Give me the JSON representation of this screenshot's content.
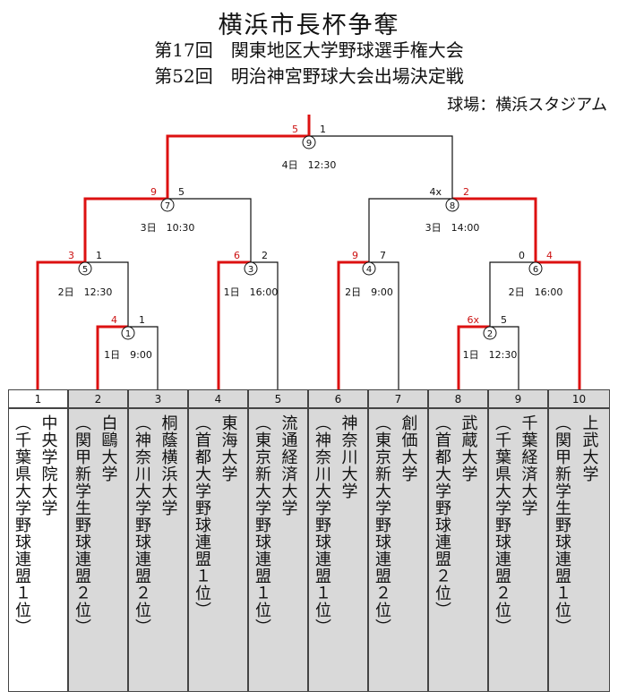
{
  "header": {
    "title": "横浜市長杯争奪",
    "subtitle1": "第17回　関東地区大学野球選手権大会",
    "subtitle2": "第52回　明治神宮野球大会出場決定戦",
    "venue": "球場：横浜スタジアム"
  },
  "colors": {
    "win_line": "#dd1111",
    "line": "#111111",
    "score_red": "#cc1111",
    "shaded": "#d9d9d9"
  },
  "games": [
    {
      "no": "①",
      "time": "1日　9:00",
      "left": "4",
      "right": "1"
    },
    {
      "no": "②",
      "time": "1日　12:30",
      "left": "6x",
      "right": "5"
    },
    {
      "no": "③",
      "time": "1日　16:00",
      "left": "6",
      "right": "2"
    },
    {
      "no": "④",
      "time": "2日　9:00",
      "left": "9",
      "right": "7"
    },
    {
      "no": "⑤",
      "time": "2日　12:30",
      "left": "3",
      "right": "1"
    },
    {
      "no": "⑥",
      "time": "2日　16:00",
      "left": "0",
      "right": "4"
    },
    {
      "no": "⑦",
      "time": "3日　10:30",
      "left": "9",
      "right": "5"
    },
    {
      "no": "⑧",
      "time": "3日　14:00",
      "left": "4x",
      "right": "2"
    },
    {
      "no": "⑨",
      "time": "4日　12:30",
      "left": "5",
      "right": "1"
    }
  ],
  "teams": [
    {
      "num": "1",
      "name": "中央学院大学",
      "league": "（千葉県大学野球連盟１位）"
    },
    {
      "num": "2",
      "name": "白鷗大学",
      "league": "（関甲新学生野球連盟２位）"
    },
    {
      "num": "3",
      "name": "桐蔭横浜大学",
      "league": "（神奈川大学野球連盟２位）"
    },
    {
      "num": "4",
      "name": "東海大学",
      "league": "（首都大学野球連盟１位）"
    },
    {
      "num": "5",
      "name": "流通経済大学",
      "league": "（東京新大学野球連盟１位）"
    },
    {
      "num": "6",
      "name": "神奈川大学",
      "league": "（神奈川大学野球連盟１位）"
    },
    {
      "num": "7",
      "name": "創価大学",
      "league": "（東京新大学野球連盟２位）"
    },
    {
      "num": "8",
      "name": "武蔵大学",
      "league": "（首都大学野球連盟２位）"
    },
    {
      "num": "9",
      "name": "千葉経済大学",
      "league": "（千葉県大学野球連盟２位）"
    },
    {
      "num": "10",
      "name": "上武大学",
      "league": "（関甲新学生野球連盟１位）"
    }
  ]
}
